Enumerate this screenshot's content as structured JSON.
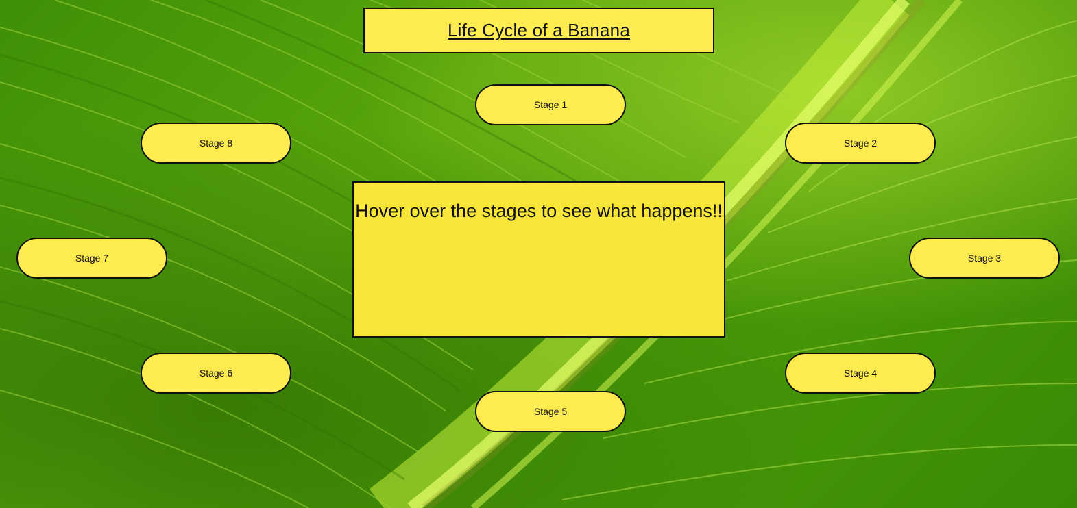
{
  "page": {
    "title": "Life Cycle of a Banana",
    "instructions": "Hover over the stages to see what happens!!"
  },
  "stages": [
    {
      "label": "Stage 1"
    },
    {
      "label": "Stage 2"
    },
    {
      "label": "Stage 3"
    },
    {
      "label": "Stage 4"
    },
    {
      "label": "Stage 5"
    },
    {
      "label": "Stage 6"
    },
    {
      "label": "Stage 7"
    },
    {
      "label": "Stage 8"
    }
  ],
  "colors": {
    "box_fill": "#fdeb4f",
    "border": "#111111",
    "leaf_green": "#4b9a08"
  },
  "background": {
    "image_subject": "banana-leaf"
  }
}
